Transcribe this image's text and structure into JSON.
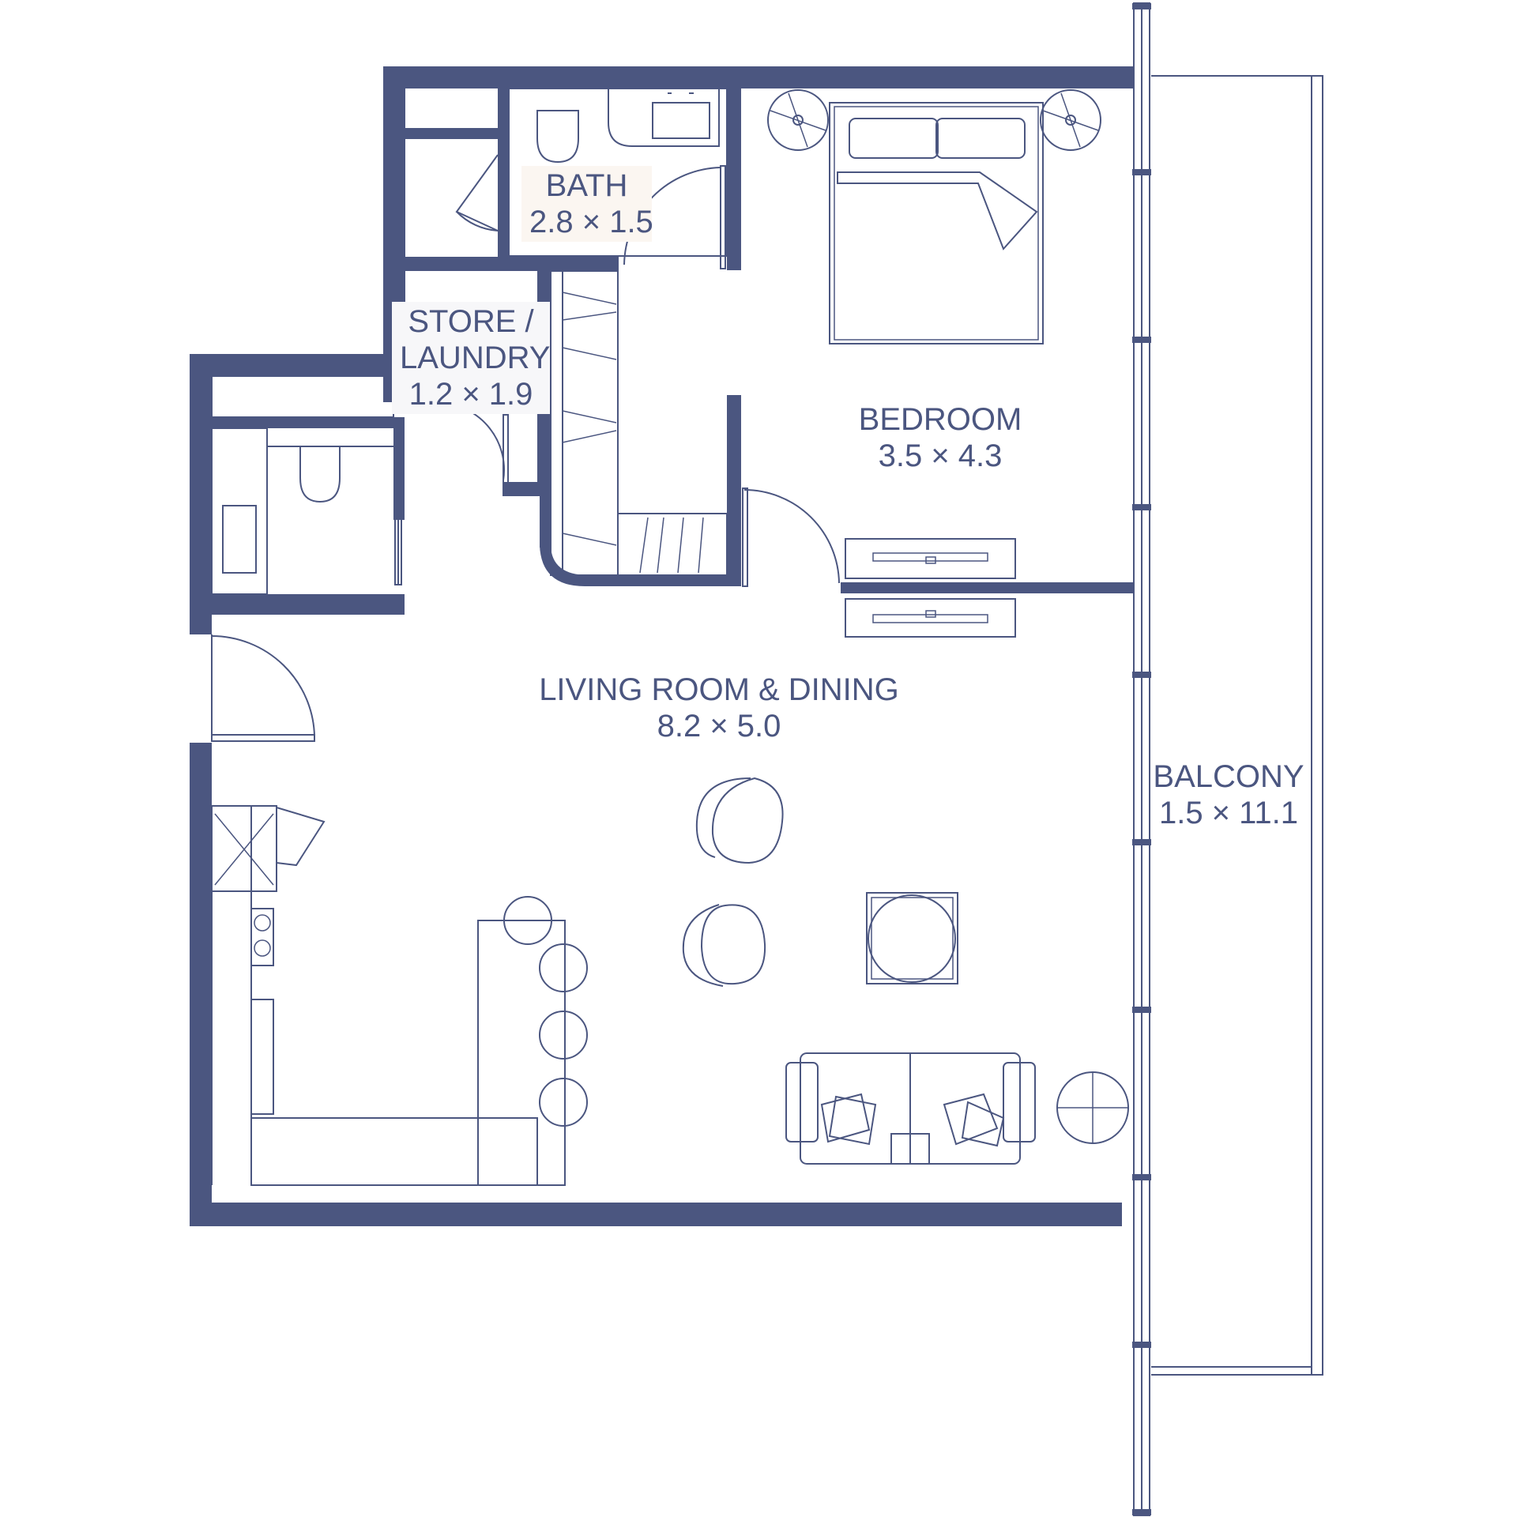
{
  "theme": {
    "wall_color": "#4b5680",
    "background": "#ffffff",
    "label_highlight": "#fbf6f1"
  },
  "rooms": {
    "bath": {
      "name": "BATH",
      "size": "2.8 × 1.5"
    },
    "store": {
      "name_line1": "STORE /",
      "name_line2": "LAUNDRY",
      "size": "1.2 × 1.9"
    },
    "bedroom": {
      "name": "BEDROOM",
      "size": "3.5 × 4.3"
    },
    "living": {
      "name": "LIVING ROOM & DINING",
      "size": "8.2 × 5.0"
    },
    "balcony": {
      "name": "BALCONY",
      "size": "1.5 × 11.1"
    }
  }
}
